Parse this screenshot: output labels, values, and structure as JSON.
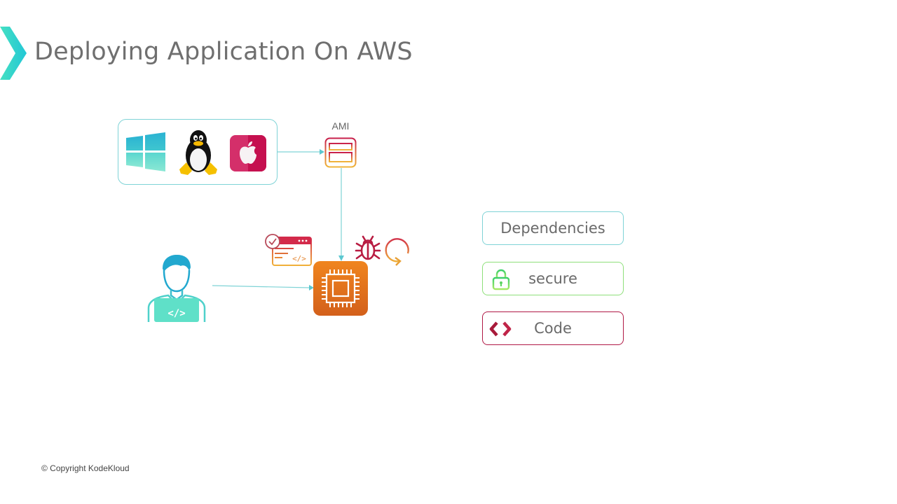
{
  "slide": {
    "title": "Deploying Application On AWS",
    "footer": "© Copyright KodeKloud",
    "accent_color": "#3fd6c6"
  },
  "diagram": {
    "os_group": {
      "items": [
        {
          "name": "Windows",
          "icon": "windows-logo-icon"
        },
        {
          "name": "Linux",
          "icon": "linux-tux-icon"
        },
        {
          "name": "macOS",
          "icon": "apple-logo-icon"
        }
      ]
    },
    "ami": {
      "label": "AMI",
      "icon": "ami-grid-icon"
    },
    "developer": {
      "icon": "developer-icon"
    },
    "instance": {
      "icon": "ec2-chip-icon",
      "color": "#e0691a"
    },
    "decorations": [
      {
        "icon": "code-window-check-icon"
      },
      {
        "icon": "bug-icon"
      },
      {
        "icon": "refresh-icon"
      }
    ],
    "connectors": [
      {
        "from": "os-group",
        "to": "ami"
      },
      {
        "from": "ami",
        "to": "instance"
      },
      {
        "from": "developer",
        "to": "instance"
      }
    ]
  },
  "features": [
    {
      "label": "Dependencies",
      "icon": null,
      "color": "#7fd3d6"
    },
    {
      "label": "secure",
      "icon": "lock-icon",
      "color": "#8ee07a"
    },
    {
      "label": "Code",
      "icon": "code-brackets-icon",
      "color": "#b01845"
    }
  ]
}
